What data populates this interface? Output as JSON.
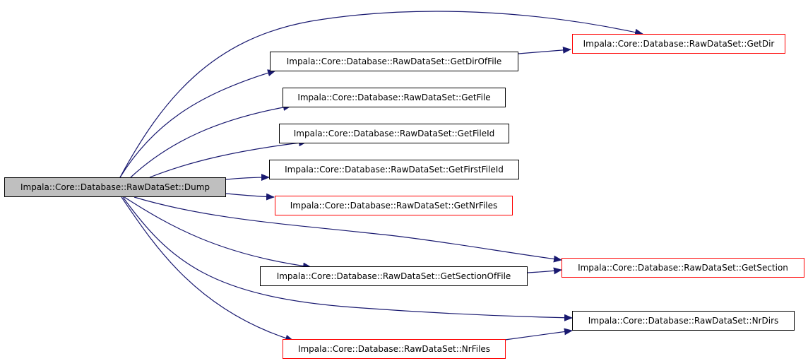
{
  "colors": {
    "edge": "#191970",
    "node_border": "#000000",
    "node_border_truncated": "#ff0000",
    "root_fill": "#bfbfbf",
    "node_fill": "#ffffff"
  },
  "nodes": {
    "dump": "Impala::Core::Database::RawDataSet::Dump",
    "get_dir": "Impala::Core::Database::RawDataSet::GetDir",
    "get_dir_of_file": "Impala::Core::Database::RawDataSet::GetDirOfFile",
    "get_file": "Impala::Core::Database::RawDataSet::GetFile",
    "get_file_id": "Impala::Core::Database::RawDataSet::GetFileId",
    "get_first_file_id": "Impala::Core::Database::RawDataSet::GetFirstFileId",
    "get_nr_files": "Impala::Core::Database::RawDataSet::GetNrFiles",
    "get_section": "Impala::Core::Database::RawDataSet::GetSection",
    "get_section_of_file": "Impala::Core::Database::RawDataSet::GetSectionOfFile",
    "nr_dirs": "Impala::Core::Database::RawDataSet::NrDirs",
    "nr_files": "Impala::Core::Database::RawDataSet::NrFiles"
  },
  "edges": [
    {
      "from": "dump",
      "to": "get_dir"
    },
    {
      "from": "dump",
      "to": "get_dir_of_file"
    },
    {
      "from": "get_dir_of_file",
      "to": "get_dir"
    },
    {
      "from": "dump",
      "to": "get_file"
    },
    {
      "from": "dump",
      "to": "get_file_id"
    },
    {
      "from": "dump",
      "to": "get_first_file_id"
    },
    {
      "from": "dump",
      "to": "get_nr_files"
    },
    {
      "from": "dump",
      "to": "get_section"
    },
    {
      "from": "dump",
      "to": "get_section_of_file"
    },
    {
      "from": "get_section_of_file",
      "to": "get_section"
    },
    {
      "from": "dump",
      "to": "nr_dirs"
    },
    {
      "from": "dump",
      "to": "nr_files"
    },
    {
      "from": "nr_files",
      "to": "nr_dirs"
    }
  ]
}
